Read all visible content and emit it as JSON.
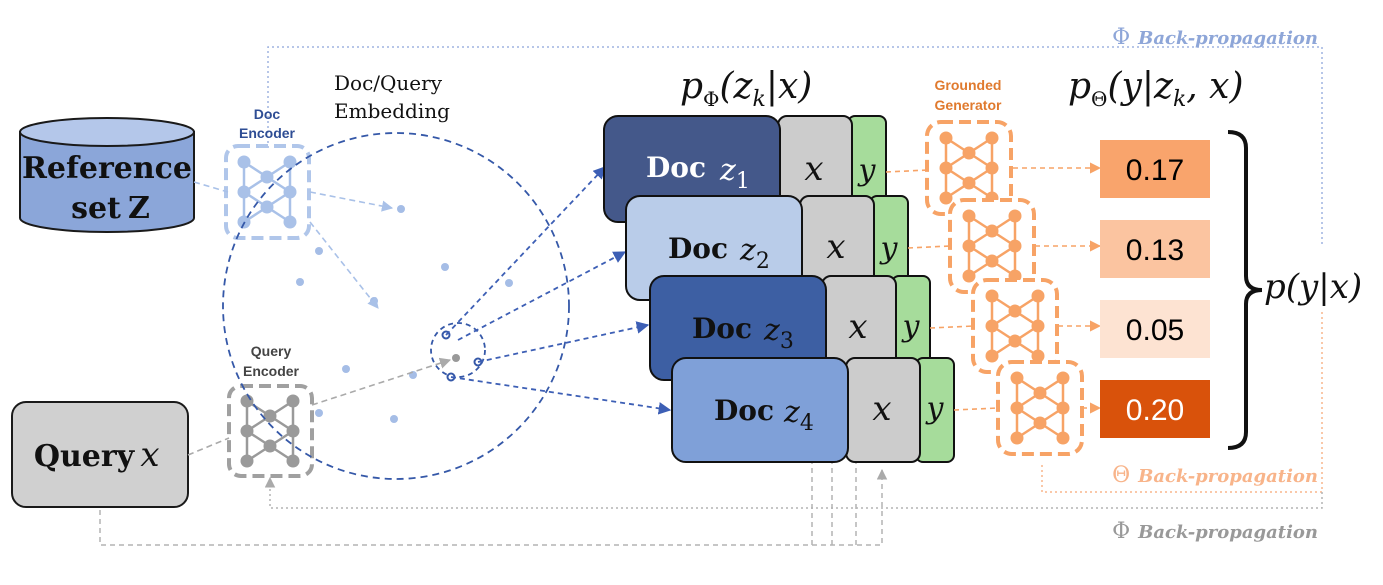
{
  "colors": {
    "doc_dark": "#44588a",
    "doc_light": "#b9cce9",
    "doc_mid": "#3d5fa3",
    "doc_soft": "#7fa0d8",
    "x_gray": "#cccccc",
    "y_green": "#a6dc9b",
    "phi_blue": "#8ea6d8",
    "theta_orange": "#f8a06a",
    "phi_gray": "#999999",
    "encoder_blue": "#a9c1e8",
    "encoder_gray": "#9a9a9a",
    "generator_orange": "#f7a366",
    "embed_dashed": "#3558a8"
  },
  "reference": {
    "line1": "Reference",
    "line2": "set",
    "symbol": "Z"
  },
  "query": {
    "word": "Query",
    "symbol": "x"
  },
  "doc_encoder": {
    "line1": "Doc",
    "line2": "Encoder"
  },
  "query_encoder": {
    "line1": "Query",
    "line2": "Encoder"
  },
  "embedding": {
    "line1": "Doc/Query",
    "line2": "Embedding"
  },
  "retriever_formula": {
    "p": "p",
    "sub": "Φ",
    "args": "(z",
    "k": "k",
    "rest": "|x)"
  },
  "generator": {
    "line1": "Grounded",
    "line2": "Generator"
  },
  "generator_formula": {
    "p": "p",
    "sub": "Θ",
    "args": "(y|z",
    "k": "k",
    "rest": ", x)"
  },
  "docs": [
    {
      "label": "Doc",
      "var": "z",
      "index": "1",
      "x": "x",
      "y": "y"
    },
    {
      "label": "Doc",
      "var": "z",
      "index": "2",
      "x": "x",
      "y": "y"
    },
    {
      "label": "Doc",
      "var": "z",
      "index": "3",
      "x": "x",
      "y": "y"
    },
    {
      "label": "Doc",
      "var": "z",
      "index": "4",
      "x": "x",
      "y": "y"
    }
  ],
  "scores": [
    {
      "value": "0.17",
      "color": "#f9a46c",
      "text_color": "#000000"
    },
    {
      "value": "0.13",
      "color": "#fbc4a0",
      "text_color": "#000000"
    },
    {
      "value": "0.05",
      "color": "#fde3d2",
      "text_color": "#000000"
    },
    {
      "value": "0.20",
      "color": "#d9520b",
      "text_color": "#ffffff"
    }
  ],
  "marginal": "p(y|x)",
  "backprop": {
    "top": {
      "symbol": "Φ",
      "label": "Back-propagation"
    },
    "mid": {
      "symbol": "Θ",
      "label": "Back-propagation"
    },
    "bottom": {
      "symbol": "Φ",
      "label": "Back-propagation"
    }
  }
}
